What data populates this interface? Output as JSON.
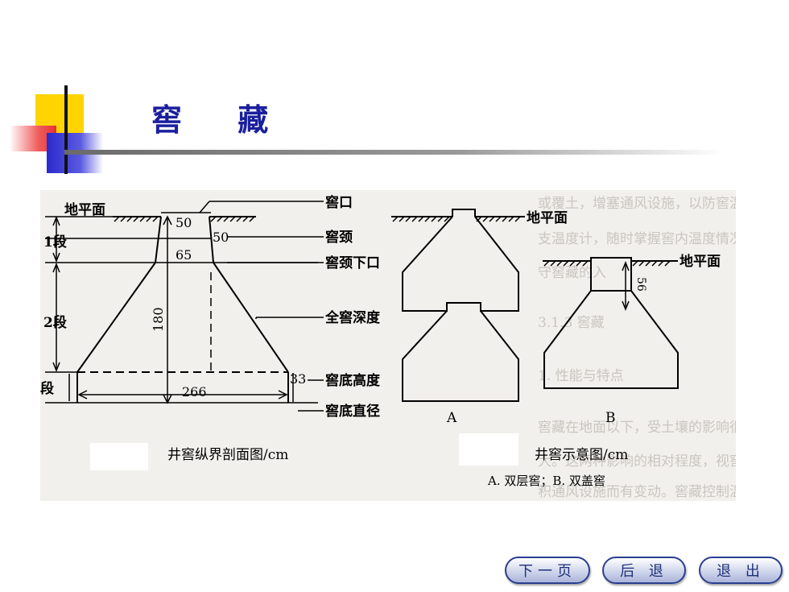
{
  "title": "窖 藏",
  "figure": {
    "left": {
      "labels": {
        "ground": "地平面",
        "seg1": "1段",
        "seg2": "2段",
        "seg3": "段",
        "d50a": "50",
        "d50b": "50",
        "d65": "65",
        "d180": "180",
        "d266": "266",
        "d33": "33"
      },
      "callouts": [
        "窖口",
        "窖颈",
        "窖颈下口",
        "全窖深度",
        "窖底高度",
        "窖底直径"
      ],
      "caption": "井窖纵界剖面图/cm"
    },
    "right": {
      "ground_a": "地平面",
      "ground_b": "地平面",
      "d56": "56",
      "label_a": "A",
      "label_b": "B",
      "caption": "井窖示意图/cm",
      "note": "A. 双层窖；B. 双盖窖"
    },
    "background_text": [
      "或覆土，增塞通风设施，以防窖温过低。  在窖内的温度变化，可用竹筒插",
      "支温度计，随时掌握窖内温度情况，最后在窖的上方    条排水沟，以",
      "守窖藏的入",
      "3.1.3  窖藏",
      "1. 性能与特点",
      "窖藏在地面以下，受土壤的影响很大，同时设有通风口，受气温的影响也",
      "大。这两种影响的相对程度，视窖的深度、地上部分的高度以及   口的面",
      "积通风设施而有变动。窖藏控制温度主要是通过一方面利用土地的隔热保温作"
    ]
  },
  "nav": {
    "next": "下一页",
    "back": "后 退",
    "exit": "退 出"
  }
}
